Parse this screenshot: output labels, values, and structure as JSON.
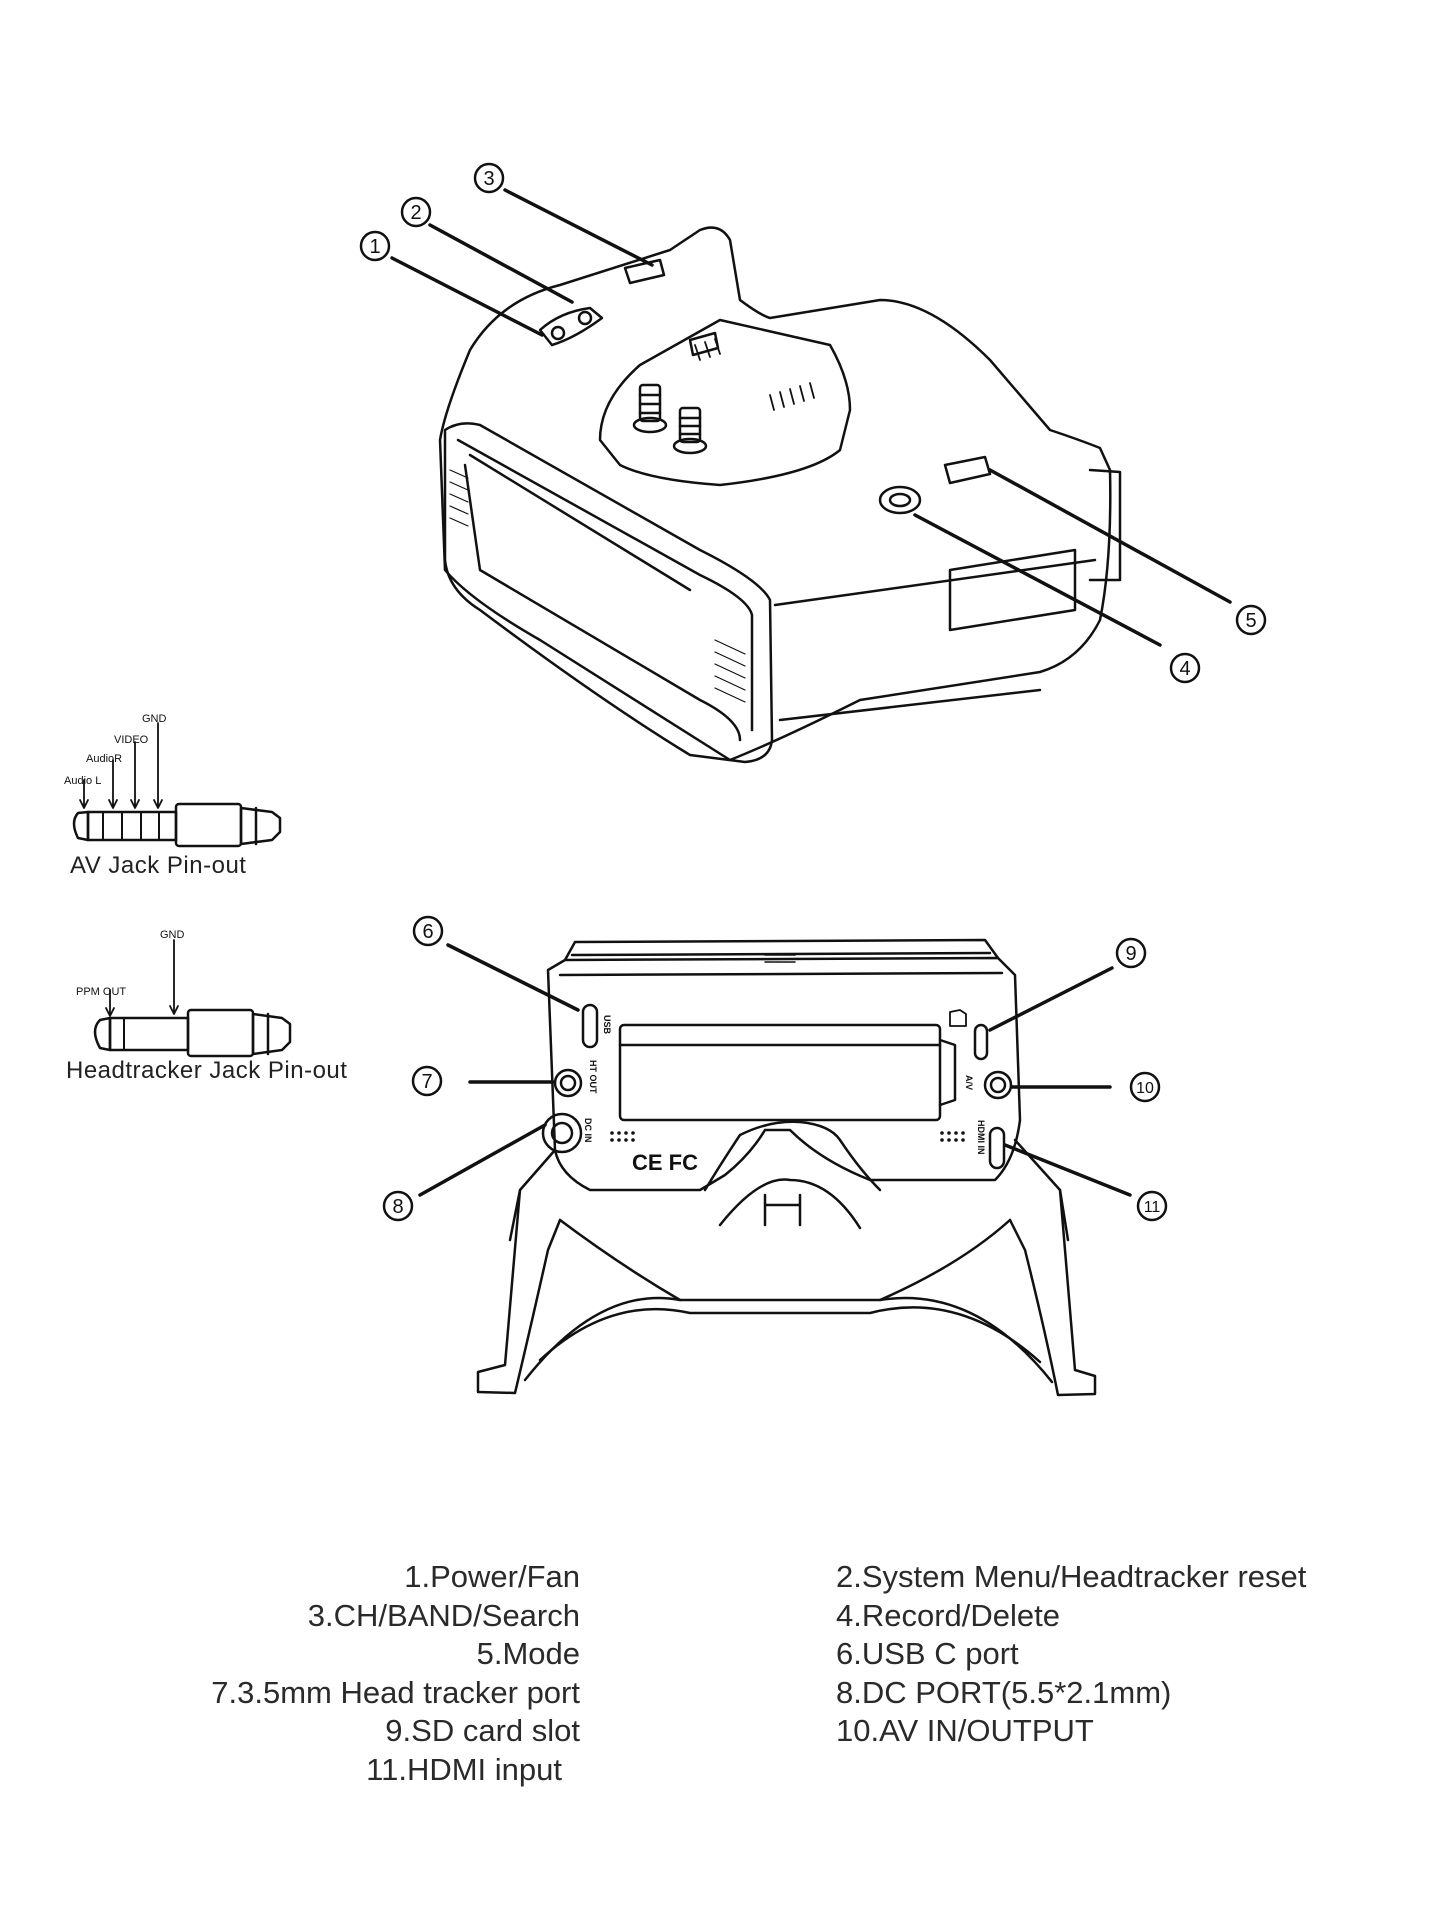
{
  "callouts": [
    "1",
    "2",
    "3",
    "4",
    "5",
    "6",
    "7",
    "8",
    "9",
    "10",
    "11"
  ],
  "av_jack": {
    "pins": [
      "Audio L",
      "AudioR",
      "VIDEO",
      "GND"
    ],
    "title": "AV Jack Pin-out"
  },
  "headtracker_jack": {
    "pins": [
      "PPM OUT",
      "GND"
    ],
    "title": "Headtracker Jack Pin-out"
  },
  "port_labels": {
    "usb": "USB",
    "ht_out": "HT OUT",
    "dc_in": "DC IN",
    "av": "A/V",
    "hdmi_in": "HDMI IN",
    "certifications": "CE FC"
  },
  "legend": {
    "left": [
      {
        "num": "1.",
        "text": "Power/Fan"
      },
      {
        "num": "3.",
        "text": "CH/BAND/Search"
      },
      {
        "num": "5.",
        "text": "Mode"
      },
      {
        "num": "7.",
        "text": "3.5mm Head tracker port"
      },
      {
        "num": "9.",
        "text": "SD card slot"
      },
      {
        "num": "11.",
        "text": "HDMI input"
      }
    ],
    "right": [
      {
        "num": "2.",
        "text": "System Menu/Headtracker reset"
      },
      {
        "num": "4.",
        "text": "Record/Delete"
      },
      {
        "num": "6.",
        "text": "USB C port"
      },
      {
        "num": "8.",
        "text": "DC PORT(5.5*2.1mm)"
      },
      {
        "num": "10.",
        "text": "AV IN/OUTPUT"
      }
    ]
  }
}
